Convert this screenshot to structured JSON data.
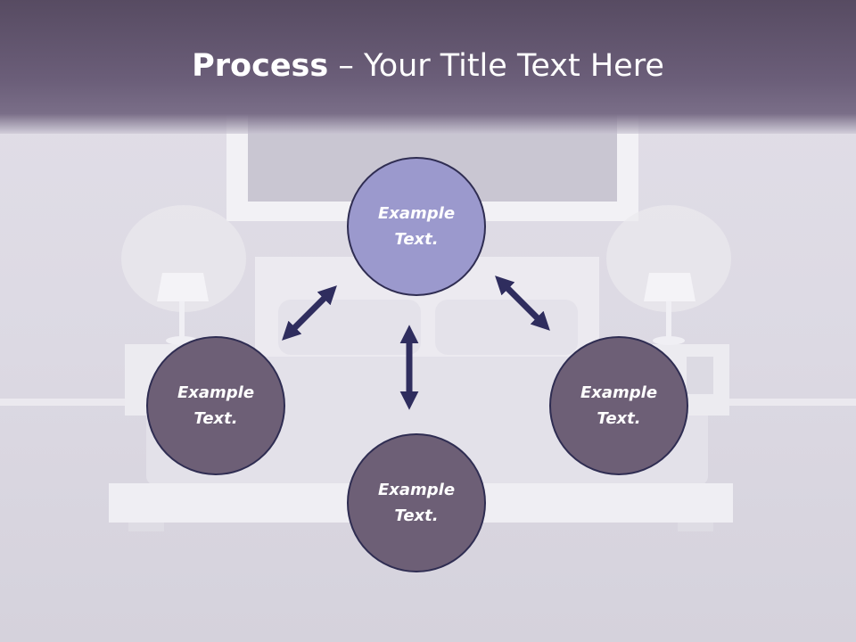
{
  "slide": {
    "title_bold": "Process",
    "title_rest": " – Your Title Text Here"
  },
  "nodes": {
    "top": "Example Text.",
    "left": "Example Text.",
    "right": "Example Text.",
    "bottom": "Example Text."
  },
  "colors": {
    "header": "#5c5068",
    "node_highlight": "#9b99cd",
    "node_default": "#6d5f76",
    "arrow": "#2f2d5e"
  }
}
